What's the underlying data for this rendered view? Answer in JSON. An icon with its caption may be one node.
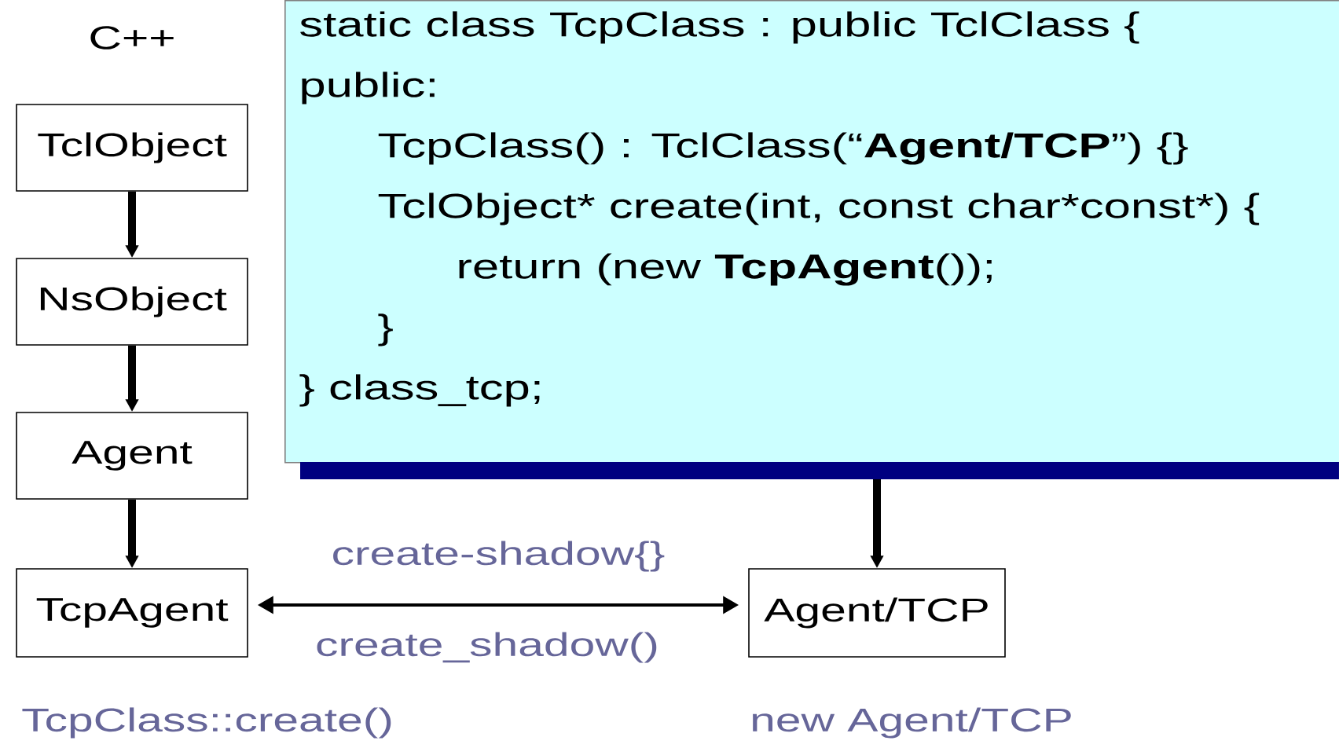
{
  "diagram": {
    "nodes": [
      {
        "text": [
          "TclObject"
        ]
      },
      {
        "text": [
          "NsObject"
        ]
      },
      {
        "text": [
          "Agent"
        ]
      },
      {
        "text": [
          "TcpAgent"
        ]
      },
      {
        "text": [
          "static class TcpClass : public TclClass {",
          "public:",
          "TcpClass() : TclClass(“**Agent/TCP**”) {}",
          "TclObject* create(int, const char*const*) {",
          "return (new **TcpAgent**());",
          "}",
          "} class_tcp;"
        ]
      },
      {
        "text": [
          "Agent/TCP"
        ]
      }
    ],
    "edges": [
      {
        "from": 0,
        "to": 1,
        "arrow": "to"
      },
      {
        "from": 1,
        "to": 2,
        "arrow": "to"
      },
      {
        "from": 2,
        "to": 3,
        "arrow": "to"
      },
      {
        "from": 4,
        "to": 5,
        "arrow": "to"
      },
      {
        "from": 3,
        "to": 5,
        "arrow": "both",
        "label": "create-shadow{}"
      }
    ],
    "labels": [
      "C++",
      "create_shadow()",
      "TcpClass::create()",
      "new Agent/TCP"
    ]
  }
}
